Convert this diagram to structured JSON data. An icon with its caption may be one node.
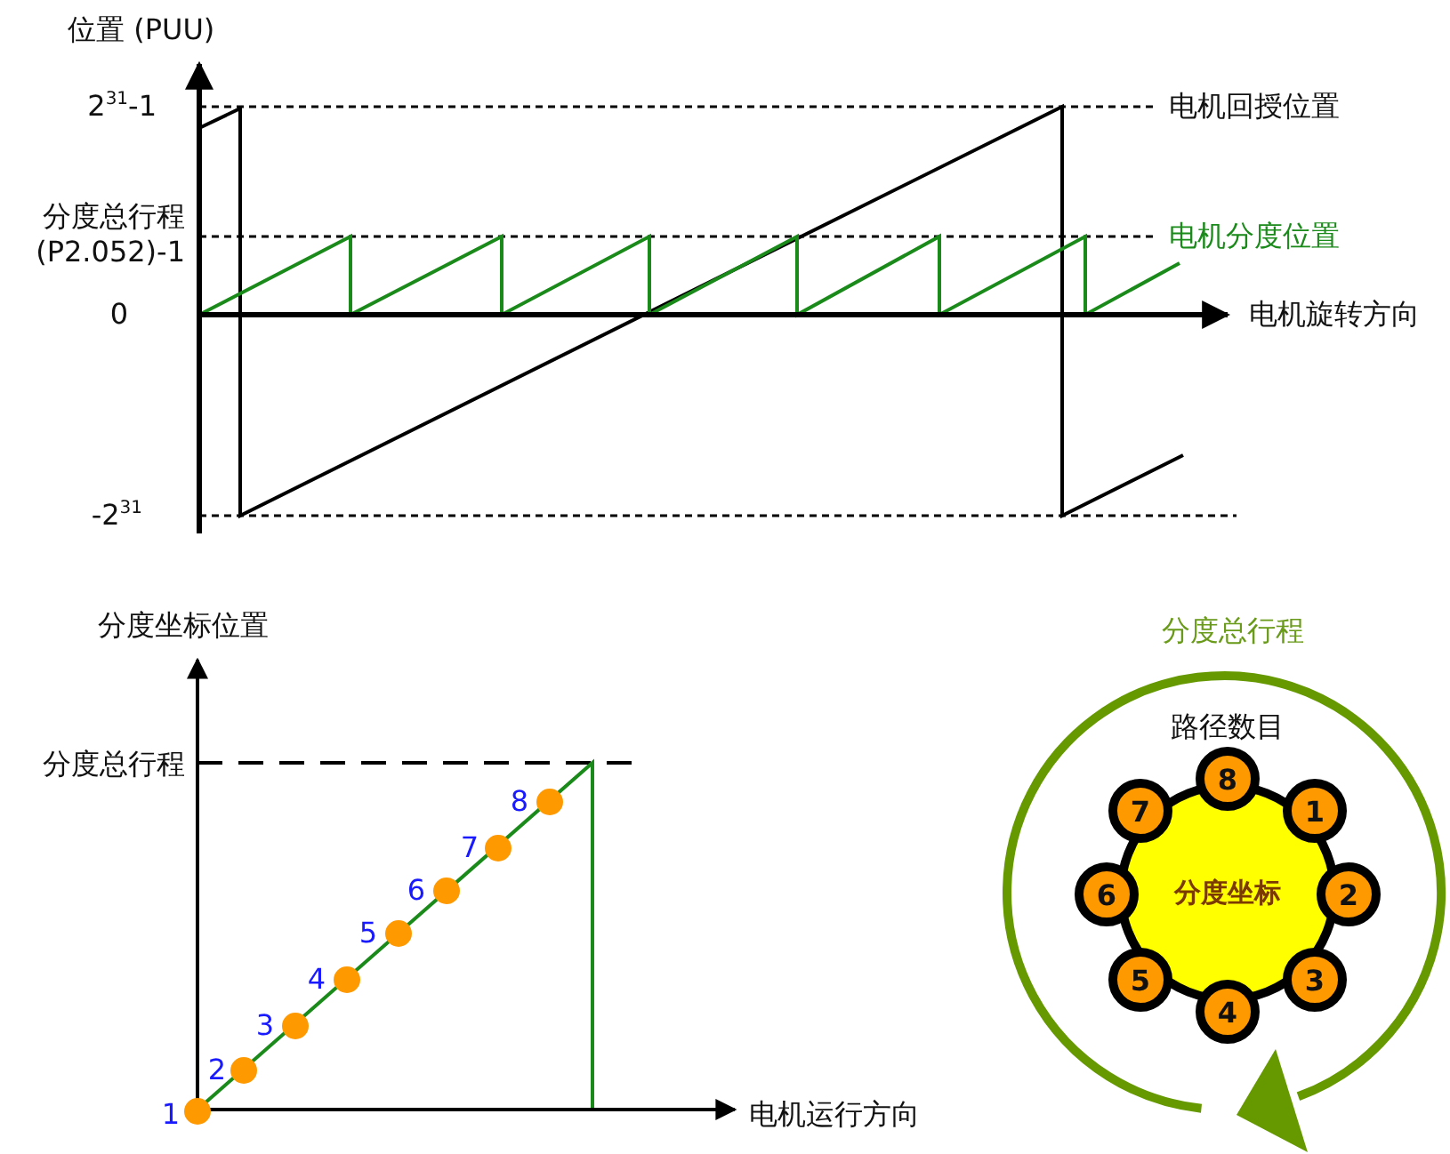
{
  "diagram": {
    "nodes": [
      {
        "text": [
          "分度坐标"
        ]
      },
      {
        "text": [
          "8"
        ]
      },
      {
        "text": [
          "7"
        ]
      },
      {
        "text": [
          "1"
        ]
      },
      {
        "text": [
          "6"
        ]
      },
      {
        "text": [
          "2"
        ]
      },
      {
        "text": [
          "5"
        ]
      },
      {
        "text": [
          "3"
        ]
      },
      {
        "text": [
          "4"
        ]
      }
    ],
    "labels": [
      "位置 (PUU)",
      "2$^{31}$-1",
      "分度总行程 (P2.052)-1",
      "0",
      "-2$^{31}$",
      "电机回授位置",
      "电机分度位置",
      "电机旋转方向",
      "分度坐标位置",
      "分度总行程",
      "1",
      "2",
      "3",
      "4",
      "5",
      "6",
      "7",
      "8",
      "电机运行方向",
      "分度总行程",
      "路径数目"
    ]
  }
}
